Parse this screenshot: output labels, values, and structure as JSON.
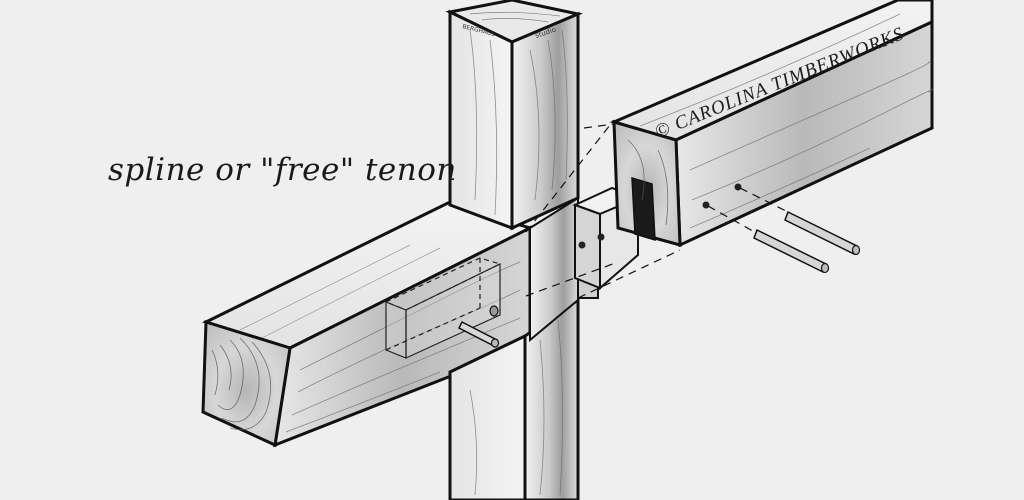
{
  "caption": "spline or \"free\" tenon",
  "watermark": "© CAROLINA TIMBERWORKS",
  "studio_left": "BERGHAUS",
  "studio_right": "studio",
  "colors": {
    "background": "#efefef",
    "outline": "#111111",
    "wood_light": "#e6e6e6",
    "wood_mid": "#cfcfcf",
    "wood_dark": "#a9a9a9"
  }
}
